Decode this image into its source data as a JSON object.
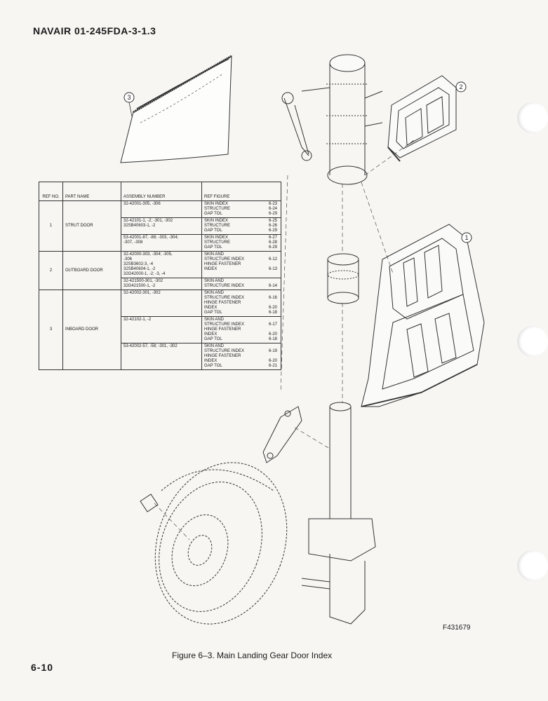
{
  "header": {
    "doc_number": "NAVAIR  01-245FDA-3-1.3"
  },
  "table": {
    "headers": {
      "ref": "REF NO.",
      "name": "PART NAME",
      "assembly": "ASSEMBLY NUMBER",
      "ref_figure": "REF FIGURE"
    },
    "rows": [
      {
        "ref": "1",
        "name": "STRUT DOOR",
        "groups": [
          {
            "asm": "32-42001-305, -306",
            "figs": [
              [
                "SKIN INDEX",
                "6-23"
              ],
              [
                "STRUCTURE",
                "6-24"
              ],
              [
                "GAP TOL",
                "6-29"
              ]
            ]
          },
          {
            "asm": "32-42101-1, -2; -301, -302\n32SB40603-1, -2",
            "figs": [
              [
                "SKIN INDEX",
                "6-25"
              ],
              [
                "STRUCTURE",
                "6-26"
              ],
              [
                "GAP TOL",
                "6-29"
              ]
            ]
          },
          {
            "asm": "53-42001-87, -88; -303, -304;\n-307, -308",
            "figs": [
              [
                "SKIN INDEX",
                "6-27"
              ],
              [
                "STRUCTURE",
                "6-28"
              ],
              [
                "GAP TOL",
                "6-29"
              ]
            ]
          }
        ]
      },
      {
        "ref": "2",
        "name": "OUTBOARD DOOR",
        "groups": [
          {
            "asm": "32-42000-303, -304; -305,\n-306\n32SB3602-3, -4\n32SB40604-1, -2\n32G42000-1, -2; -3, -4",
            "figs": [
              [
                "SKIN AND",
                ""
              ],
              [
                "STRUCTURE INDEX",
                "6-12"
              ],
              [
                "HINGE FASTENER",
                ""
              ],
              [
                "INDEX",
                "6-13"
              ]
            ]
          },
          {
            "asm": "32-421500-301, -302\n32G421500-1, -2",
            "figs": [
              [
                "SKIN AND",
                ""
              ],
              [
                "STRUCTURE INDEX",
                "6-14"
              ]
            ]
          }
        ]
      },
      {
        "ref": "3",
        "name": "INBOARD DOOR",
        "groups": [
          {
            "asm": "32-42002-301, -302",
            "figs": [
              [
                "SKIN AND",
                ""
              ],
              [
                "STRUCTURE INDEX",
                "6-16"
              ],
              [
                "HINGE FASTENER",
                ""
              ],
              [
                "INDEX",
                "6-20"
              ],
              [
                "GAP TOL",
                "6-18"
              ]
            ]
          },
          {
            "asm": "32-42102-1, -2",
            "figs": [
              [
                "SKIN AND",
                ""
              ],
              [
                "STRUCTURE INDEX",
                "6-17"
              ],
              [
                "HINGE FASTENER",
                ""
              ],
              [
                "INDEX",
                "6-20"
              ],
              [
                "GAP TOL",
                "6-18"
              ]
            ]
          },
          {
            "asm": "53-42002-57, -58; -301, -302",
            "figs": [
              [
                "SKIN AND",
                ""
              ],
              [
                "STRUCTURE INDEX",
                "6-19"
              ],
              [
                "HINGE FASTENER",
                ""
              ],
              [
                "INDEX",
                "6-20"
              ],
              [
                "GAP TOL",
                "6-21"
              ]
            ]
          }
        ]
      }
    ]
  },
  "callouts": {
    "c1": "1",
    "c2": "2",
    "c3": "3"
  },
  "figure_id": "F431679",
  "caption": "Figure 6–3.  Main Landing Gear Door Index",
  "page_number": "6-10"
}
